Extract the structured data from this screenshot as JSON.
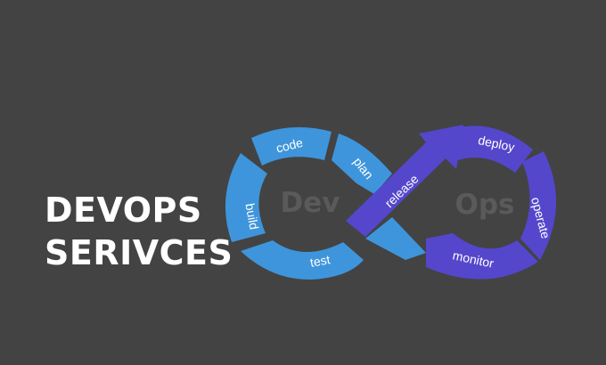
{
  "headline": {
    "line1": "DEVOPS",
    "line2": "SERIVCES"
  },
  "diagram": {
    "dev_label": "Dev",
    "ops_label": "Ops",
    "stages": {
      "plan": "plan",
      "code": "code",
      "build": "build",
      "test": "test",
      "release": "release",
      "deploy": "deploy",
      "operate": "operate",
      "monitor": "monitor"
    }
  },
  "colors": {
    "background": "#434343",
    "dev_blue": "#3e95db",
    "ops_purple": "#5447cc",
    "center_text": "#5a5a5a",
    "headline_text": "#ffffff"
  }
}
